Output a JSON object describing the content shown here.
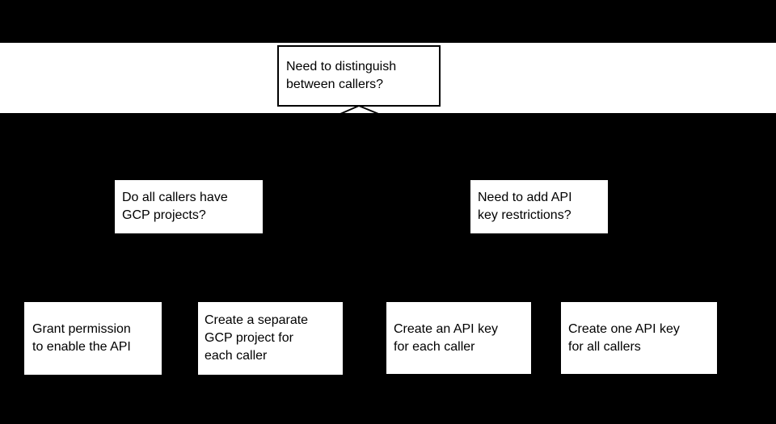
{
  "colors": {
    "background": "#000000",
    "node_fill": "#ffffff",
    "node_border": "#000000",
    "text": "#000000",
    "connector": "#000000"
  },
  "flowchart": {
    "nodes": {
      "root": {
        "lines": [
          "Need to distinguish",
          "between callers?"
        ]
      },
      "q_gcp": {
        "lines": [
          "Do all callers have",
          "GCP projects?"
        ]
      },
      "q_restrictions": {
        "lines": [
          "Need to add API",
          "key restrictions?"
        ]
      },
      "a_grant": {
        "lines": [
          "Grant permission",
          "to enable the API"
        ]
      },
      "a_separate_project": {
        "lines": [
          "Create a separate",
          "GCP project for",
          "each caller"
        ]
      },
      "a_key_each": {
        "lines": [
          "Create an API key",
          "for each caller"
        ]
      },
      "a_key_all": {
        "lines": [
          "Create one API key",
          "for all callers"
        ]
      }
    }
  }
}
